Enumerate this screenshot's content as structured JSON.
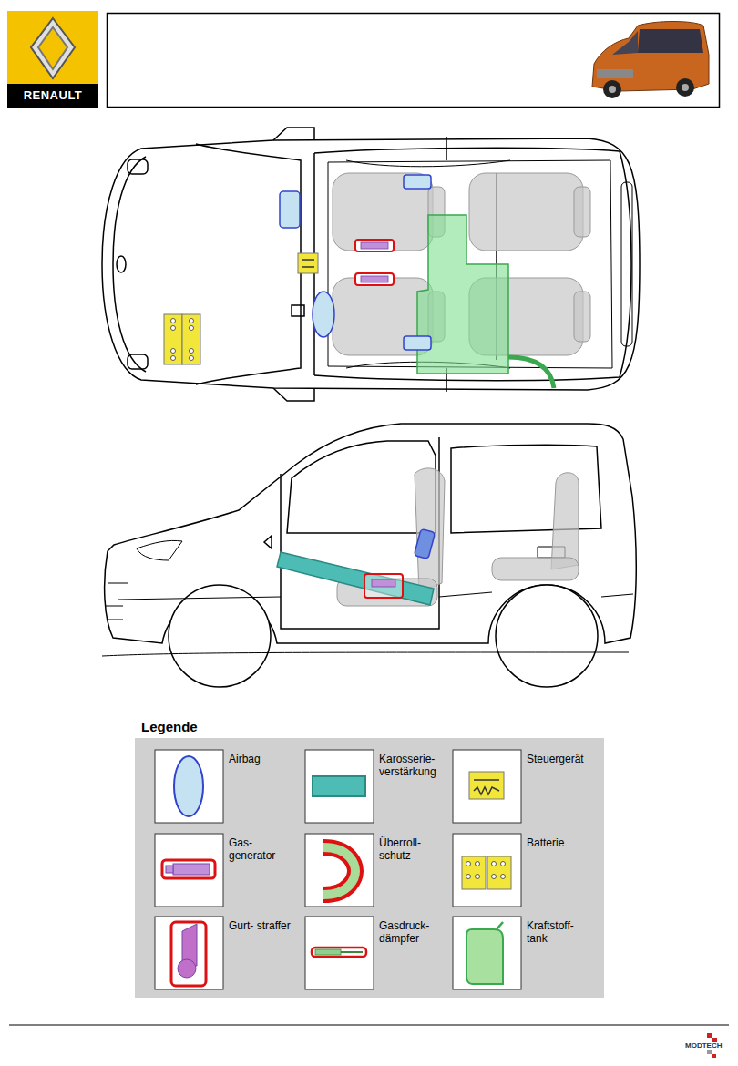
{
  "diagram": {
    "labels": [
      "RENAULT",
      "Legende",
      "MODTECH"
    ],
    "legend": [
      {
        "text": "Airbag"
      },
      {
        "text": "Karosserie- verstärkung"
      },
      {
        "text": "Steuergerät"
      },
      {
        "text": "Gas- generator"
      },
      {
        "text": "Überroll- schutz"
      },
      {
        "text": "Batterie"
      },
      {
        "text": "Gurt- straffer"
      },
      {
        "text": "Gasdruck- dämpfer"
      },
      {
        "text": "Kraftstoff- tank"
      }
    ]
  }
}
